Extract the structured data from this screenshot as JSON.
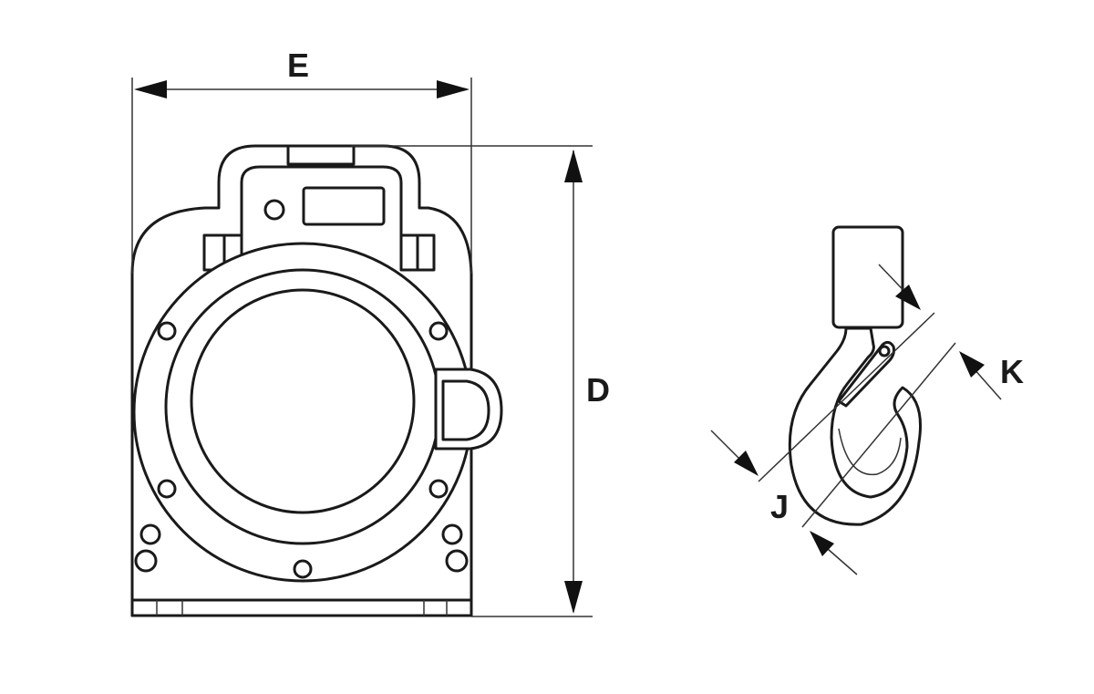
{
  "diagram": {
    "labels": {
      "width": "E",
      "height": "D",
      "hook_throat": "K",
      "hook_section": "J"
    },
    "colors": {
      "line": "#1a1a1a",
      "background": "#ffffff"
    }
  }
}
